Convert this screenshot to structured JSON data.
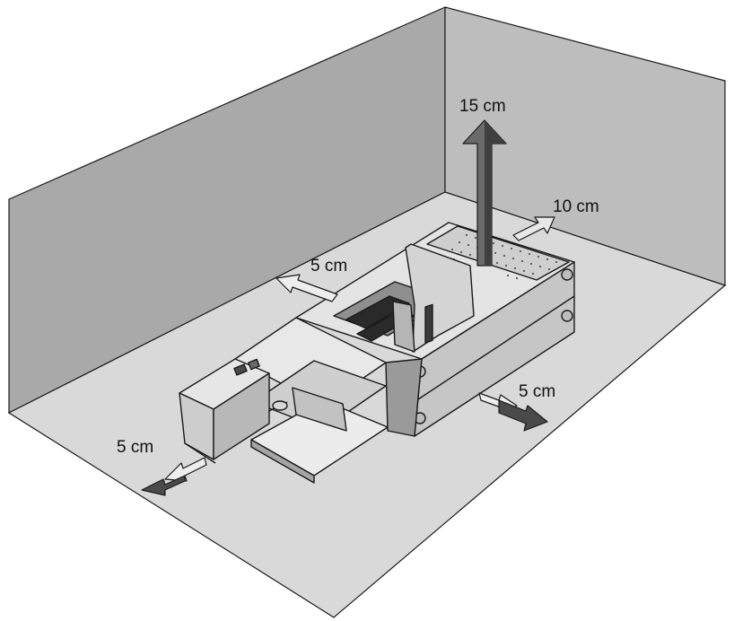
{
  "labels": {
    "top": "15 cm",
    "back_right": "10 cm",
    "left_side": "5 cm",
    "right_side": "5 cm",
    "front": "5 cm"
  },
  "colors": {
    "wall": "#a9a9a9",
    "wall_right": "#bdbdbd",
    "floor": "#d9d9d9",
    "device_light": "#e4e4e4",
    "device_mid": "#c6c6c6",
    "device_dark": "#8f8f8f",
    "outline": "#1a1a1a",
    "arrow_light": "#ededed",
    "arrow_dark": "#4a4a4a"
  }
}
